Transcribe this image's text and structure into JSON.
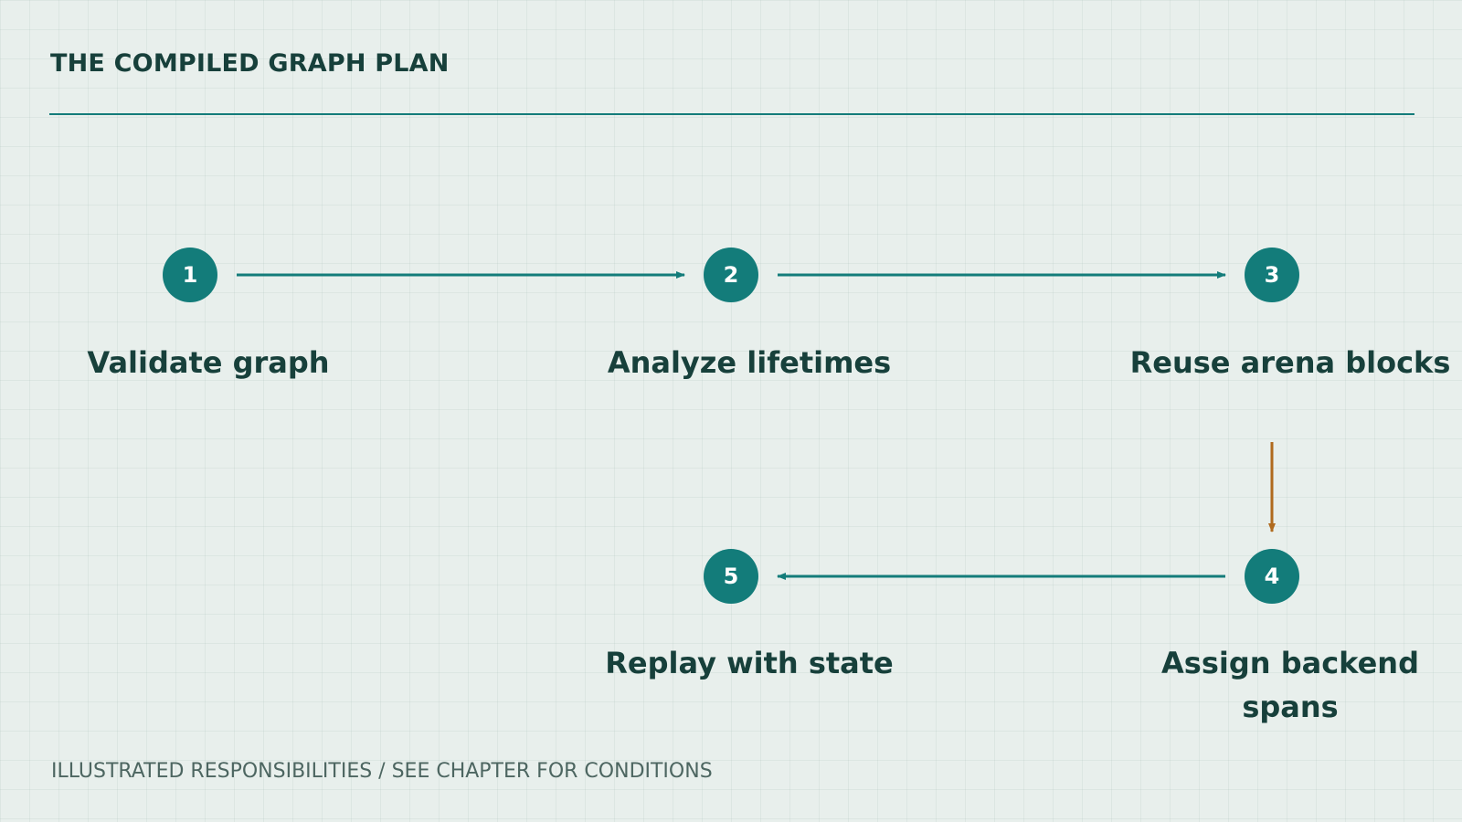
{
  "title": "THE COMPILED GRAPH PLAN",
  "steps": [
    {
      "number": "1",
      "label": "Validate graph"
    },
    {
      "number": "2",
      "label": "Analyze lifetimes"
    },
    {
      "number": "3",
      "label": "Reuse arena blocks"
    },
    {
      "number": "4",
      "label": "Assign backend spans"
    },
    {
      "number": "5",
      "label": "Replay with state"
    }
  ],
  "footer": "ILLUSTRATED RESPONSIBILITIES / SEE CHAPTER FOR CONDITIONS",
  "colors": {
    "background": "#e8efec",
    "accent": "#137c7a",
    "text": "#17403b",
    "down_arrow": "#b06a1e",
    "footer_text": "#4d6661"
  }
}
